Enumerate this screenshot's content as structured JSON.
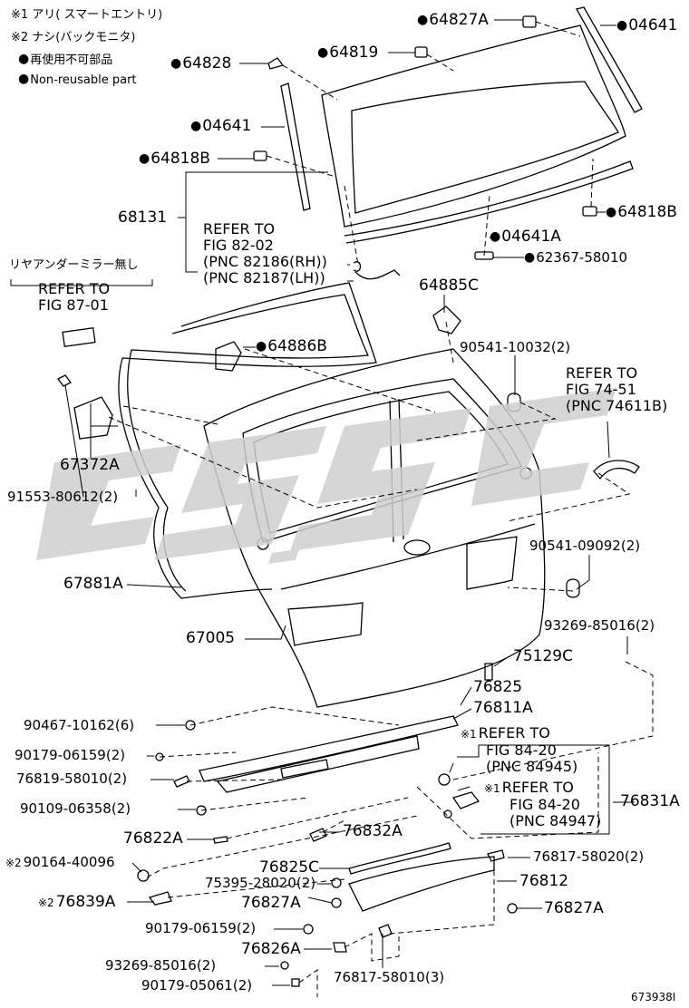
{
  "legend": {
    "note1": "※1 アリ( スマートエントリ)",
    "note2": "※2 ナシ(バックモニタ)",
    "bullet_jp": "再使用不可部品",
    "bullet_en": "Non-reusable part"
  },
  "marks": {
    "m1": "※1",
    "m2": "※2"
  },
  "parts": {
    "p64827A": "64827A",
    "p04641_top": "04641",
    "p64828": "64828",
    "p64819": "64819",
    "p04641_left": "04641",
    "p64818B_left": "64818B",
    "p68131": "68131",
    "p64818B_right": "64818B",
    "p04641A": "04641A",
    "p62367": "62367-58010",
    "p64885C": "64885C",
    "p64886B": "64886B",
    "p90541_10032": "90541-10032(2)",
    "p67372A": "67372A",
    "p91553": "91553-80612(2)",
    "p67881A": "67881A",
    "p90541_09092": "90541-09092(2)",
    "p67005": "67005",
    "p93269_85016_right": "93269-85016(2)",
    "p75129C": "75129C",
    "p76825": "76825",
    "p76811A": "76811A",
    "p90467": "90467-10162(6)",
    "p90179_06159_a": "90179-06159(2)",
    "p76819": "76819-58010(2)",
    "p90109": "90109-06358(2)",
    "p76831A": "76831A",
    "p76822A": "76822A",
    "p76832A": "76832A",
    "p90164": "90164-40096",
    "p76825C": "76825C",
    "p76817_58020": "76817-58020(2)",
    "p75395": "75395-28020(2)",
    "p76812": "76812",
    "p76839A": "76839A",
    "p76827A_left": "76827A",
    "p76827A_right": "76827A",
    "p90179_06159_b": "90179-06159(2)",
    "p76826A": "76826A",
    "p93269_85016_left": "93269-85016(2)",
    "p76817_58010": "76817-58010(3)",
    "p90179_05061": "90179-05061(2)"
  },
  "refs": {
    "fig82": [
      "REFER TO",
      "FIG 82-02",
      "(PNC 82186(RH))",
      "(PNC 82187(LH))"
    ],
    "fig87_note": "リヤアンダーミラー無し",
    "fig87": [
      "REFER TO",
      "FIG 87-01"
    ],
    "fig74": [
      "REFER TO",
      "FIG 74-51",
      "(PNC 74611B)"
    ],
    "fig84a": [
      "REFER TO",
      "FIG 84-20",
      "(PNC 84945)"
    ],
    "fig84b": [
      "REFER TO",
      "FIG 84-20",
      "(PNC 84947)"
    ]
  },
  "diagram_id": "673938I"
}
